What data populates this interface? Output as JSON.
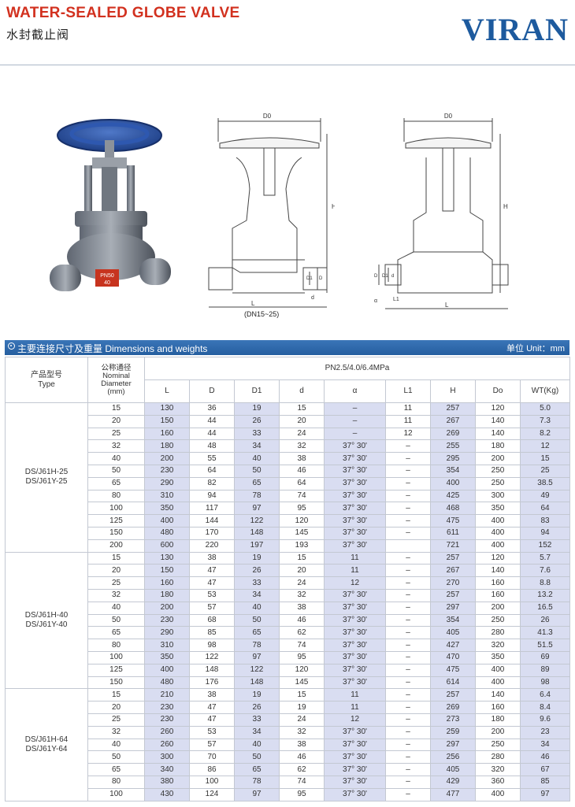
{
  "header": {
    "title_en": "WATER-SEALED GLOBE VALVE",
    "title_cn": "水封截止阀",
    "brand": "VIRAN"
  },
  "photo": {
    "marking_1": "PN50",
    "marking_2": "40"
  },
  "drawing1": {
    "d0": "D0",
    "h": "H",
    "l": "L",
    "d": "d",
    "d1": "D1",
    "dd": "D",
    "caption": "(DN15~25)"
  },
  "drawing2": {
    "d0": "D0",
    "h": "H",
    "l": "L",
    "l1": "L1",
    "d": "d",
    "d1": "D1",
    "dd": "D",
    "alpha": "α"
  },
  "table": {
    "title": "主要连接尺寸及重量 Dimensions and weights",
    "unit": "单位 Unit：mm",
    "col_type": [
      "产品型号",
      "Type"
    ],
    "col_nominal": [
      "公称通径",
      "Nominal",
      "Diameter",
      "(mm)"
    ],
    "pressure": "PN2.5/4.0/6.4MPa",
    "columns": [
      "L",
      "D",
      "D1",
      "d",
      "α",
      "L1",
      "H",
      "Do",
      "WT(Kg)"
    ],
    "groups": [
      {
        "type": [
          "DS/J61H-25",
          "DS/J61Y-25"
        ],
        "rows": [
          [
            "15",
            "130",
            "36",
            "19",
            "15",
            "–",
            "11",
            "257",
            "120",
            "5.0"
          ],
          [
            "20",
            "150",
            "44",
            "26",
            "20",
            "–",
            "11",
            "267",
            "140",
            "7.3"
          ],
          [
            "25",
            "160",
            "44",
            "33",
            "24",
            "–",
            "12",
            "269",
            "140",
            "8.2"
          ],
          [
            "32",
            "180",
            "48",
            "34",
            "32",
            "37° 30'",
            "–",
            "255",
            "180",
            "12"
          ],
          [
            "40",
            "200",
            "55",
            "40",
            "38",
            "37° 30'",
            "–",
            "295",
            "200",
            "15"
          ],
          [
            "50",
            "230",
            "64",
            "50",
            "46",
            "37° 30'",
            "–",
            "354",
            "250",
            "25"
          ],
          [
            "65",
            "290",
            "82",
            "65",
            "64",
            "37° 30'",
            "–",
            "400",
            "250",
            "38.5"
          ],
          [
            "80",
            "310",
            "94",
            "78",
            "74",
            "37° 30'",
            "–",
            "425",
            "300",
            "49"
          ],
          [
            "100",
            "350",
            "117",
            "97",
            "95",
            "37° 30'",
            "–",
            "468",
            "350",
            "64"
          ],
          [
            "125",
            "400",
            "144",
            "122",
            "120",
            "37° 30'",
            "–",
            "475",
            "400",
            "83"
          ],
          [
            "150",
            "480",
            "170",
            "148",
            "145",
            "37° 30'",
            "–",
            "611",
            "400",
            "94"
          ],
          [
            "200",
            "600",
            "220",
            "197",
            "193",
            "37° 30'",
            "",
            "721",
            "400",
            "152"
          ]
        ]
      },
      {
        "type": [
          "DS/J61H-40",
          "DS/J61Y-40"
        ],
        "rows": [
          [
            "15",
            "130",
            "38",
            "19",
            "15",
            "11",
            "–",
            "257",
            "120",
            "5.7"
          ],
          [
            "20",
            "150",
            "47",
            "26",
            "20",
            "11",
            "–",
            "267",
            "140",
            "7.6"
          ],
          [
            "25",
            "160",
            "47",
            "33",
            "24",
            "12",
            "–",
            "270",
            "160",
            "8.8"
          ],
          [
            "32",
            "180",
            "53",
            "34",
            "32",
            "37° 30'",
            "–",
            "257",
            "160",
            "13.2"
          ],
          [
            "40",
            "200",
            "57",
            "40",
            "38",
            "37° 30'",
            "–",
            "297",
            "200",
            "16.5"
          ],
          [
            "50",
            "230",
            "68",
            "50",
            "46",
            "37° 30'",
            "–",
            "354",
            "250",
            "26"
          ],
          [
            "65",
            "290",
            "85",
            "65",
            "62",
            "37° 30'",
            "–",
            "405",
            "280",
            "41.3"
          ],
          [
            "80",
            "310",
            "98",
            "78",
            "74",
            "37° 30'",
            "–",
            "427",
            "320",
            "51.5"
          ],
          [
            "100",
            "350",
            "122",
            "97",
            "95",
            "37° 30'",
            "–",
            "470",
            "350",
            "69"
          ],
          [
            "125",
            "400",
            "148",
            "122",
            "120",
            "37° 30'",
            "–",
            "475",
            "400",
            "89"
          ],
          [
            "150",
            "480",
            "176",
            "148",
            "145",
            "37° 30'",
            "–",
            "614",
            "400",
            "98"
          ]
        ]
      },
      {
        "type": [
          "DS/J61H-64",
          "DS/J61Y-64"
        ],
        "rows": [
          [
            "15",
            "210",
            "38",
            "19",
            "15",
            "11",
            "–",
            "257",
            "140",
            "6.4"
          ],
          [
            "20",
            "230",
            "47",
            "26",
            "19",
            "11",
            "–",
            "269",
            "160",
            "8.4"
          ],
          [
            "25",
            "230",
            "47",
            "33",
            "24",
            "12",
            "–",
            "273",
            "180",
            "9.6"
          ],
          [
            "32",
            "260",
            "53",
            "34",
            "32",
            "37° 30'",
            "–",
            "259",
            "200",
            "23"
          ],
          [
            "40",
            "260",
            "57",
            "40",
            "38",
            "37° 30'",
            "–",
            "297",
            "250",
            "34"
          ],
          [
            "50",
            "300",
            "70",
            "50",
            "46",
            "37° 30'",
            "–",
            "256",
            "280",
            "46"
          ],
          [
            "65",
            "340",
            "86",
            "65",
            "62",
            "37° 30'",
            "–",
            "405",
            "320",
            "67"
          ],
          [
            "80",
            "380",
            "100",
            "78",
            "74",
            "37° 30'",
            "–",
            "429",
            "360",
            "85"
          ],
          [
            "100",
            "430",
            "124",
            "97",
            "95",
            "37° 30'",
            "–",
            "477",
            "400",
            "97"
          ]
        ]
      }
    ]
  }
}
